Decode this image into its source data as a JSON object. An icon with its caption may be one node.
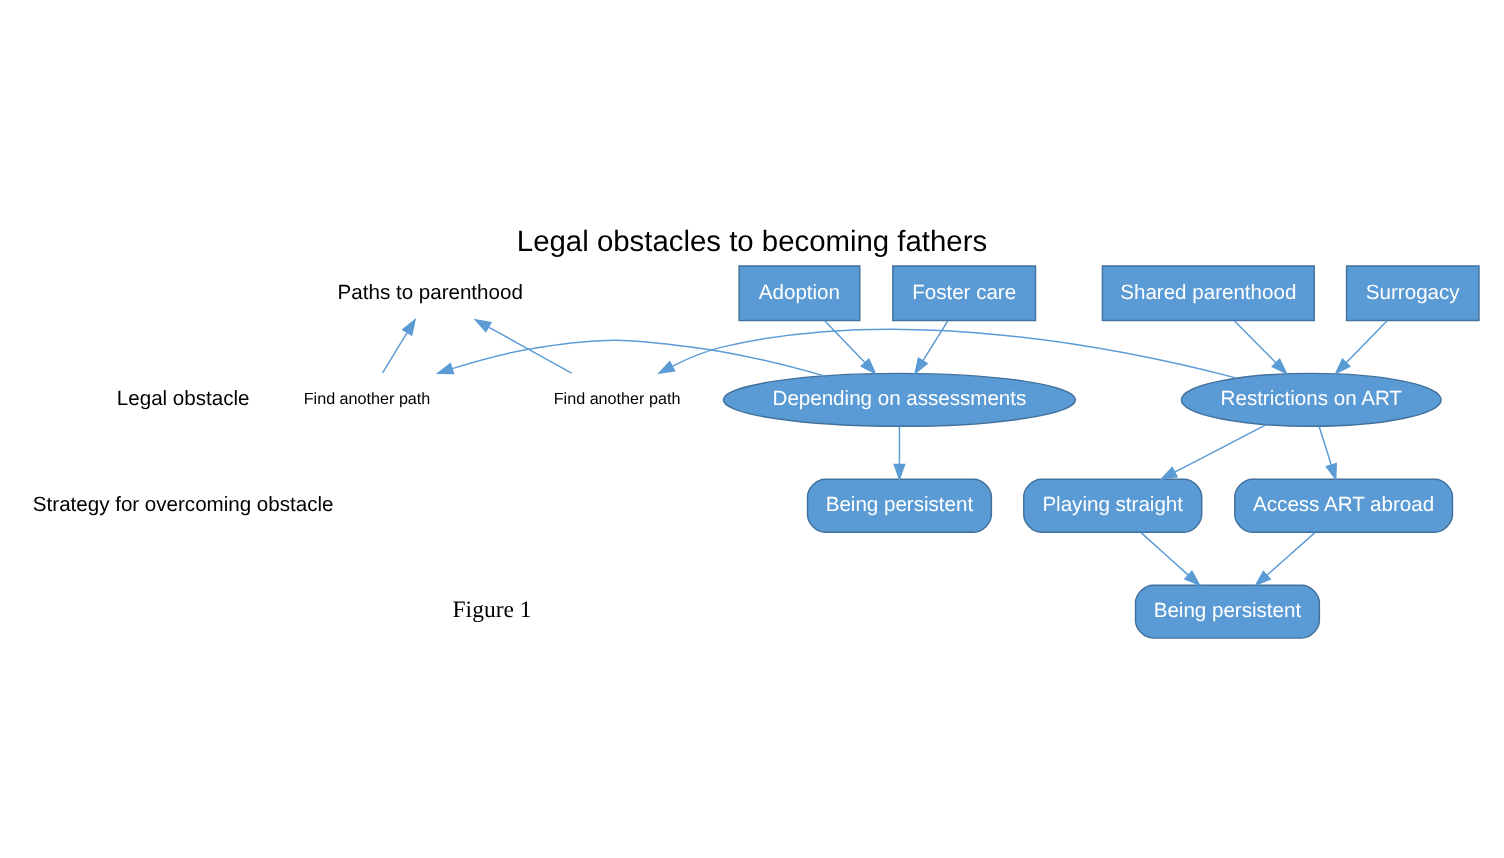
{
  "diagram": {
    "title": "Legal obstacles to becoming fathers",
    "caption": "Figure 1",
    "nodes": [
      {
        "text": [
          "Paths to parenthood"
        ]
      },
      {
        "text": [
          "Adoption"
        ]
      },
      {
        "text": [
          "Foster care"
        ]
      },
      {
        "text": [
          "Shared parenthood"
        ]
      },
      {
        "text": [
          "Surrogacy"
        ]
      },
      {
        "text": [
          "Depending on assessments"
        ]
      },
      {
        "text": [
          "Restrictions on ART"
        ]
      },
      {
        "text": [
          "Being persistent"
        ]
      },
      {
        "text": [
          "Playing straight"
        ]
      },
      {
        "text": [
          "Access ART abroad"
        ]
      },
      {
        "text": [
          "Being persistent"
        ]
      },
      {
        "text": [
          "Find another path"
        ]
      },
      {
        "text": [
          "Find another path"
        ]
      }
    ],
    "edges": [
      {
        "from": 1,
        "to": 5,
        "arrow": "to"
      },
      {
        "from": 2,
        "to": 5,
        "arrow": "to"
      },
      {
        "from": 3,
        "to": 6,
        "arrow": "to"
      },
      {
        "from": 4,
        "to": 6,
        "arrow": "to"
      },
      {
        "from": 5,
        "to": 11,
        "arrow": "to"
      },
      {
        "from": 11,
        "to": 0,
        "arrow": "to"
      },
      {
        "from": 6,
        "to": 12,
        "arrow": "to"
      },
      {
        "from": 12,
        "to": 0,
        "arrow": "to"
      },
      {
        "from": 5,
        "to": 7,
        "arrow": "to"
      },
      {
        "from": 6,
        "to": 8,
        "arrow": "to"
      },
      {
        "from": 6,
        "to": 9,
        "arrow": "to"
      },
      {
        "from": 8,
        "to": 10,
        "arrow": "to"
      },
      {
        "from": 9,
        "to": 10,
        "arrow": "to"
      }
    ],
    "labels": [
      "Legal obstacle",
      "Strategy for overcoming obstacle"
    ]
  }
}
